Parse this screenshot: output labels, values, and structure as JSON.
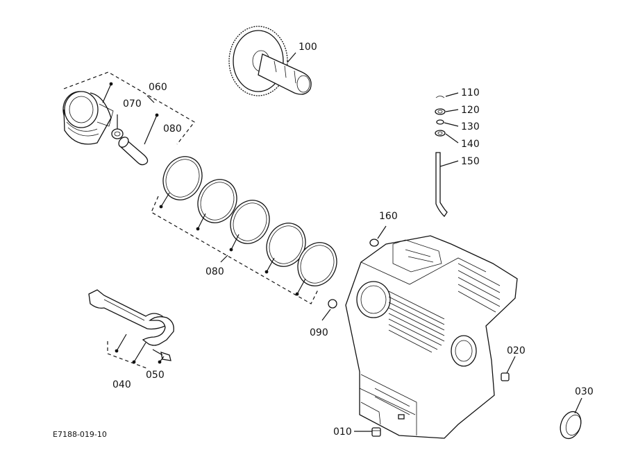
{
  "diagram": {
    "drawing_code": "E7188-019-10",
    "callouts": {
      "p010": "010",
      "p020": "020",
      "p030": "030",
      "p040": "040",
      "p050": "050",
      "p060": "060",
      "p070": "070",
      "p080a": "080",
      "p080b": "080",
      "p090": "090",
      "p100": "100",
      "p110": "110",
      "p120": "120",
      "p130": "130",
      "p140": "140",
      "p150": "150",
      "p160": "160"
    }
  }
}
